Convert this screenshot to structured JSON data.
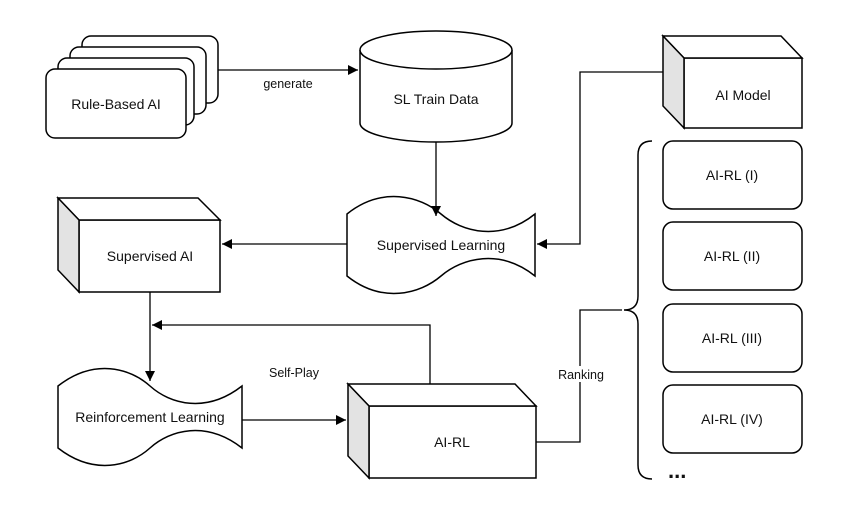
{
  "nodes": {
    "rule_based_ai": "Rule-Based AI",
    "sl_train_data": "SL Train Data",
    "ai_model": "AI Model",
    "supervised_ai": "Supervised AI",
    "supervised_learning": "Supervised Learning",
    "reinforcement_learning": "Reinforcement Learning",
    "ai_rl": "AI-RL",
    "ai_rl_1": "AI-RL (I)",
    "ai_rl_2": "AI-RL (II)",
    "ai_rl_3": "AI-RL (III)",
    "ai_rl_4": "AI-RL (IV)",
    "more": "..."
  },
  "edges": {
    "generate": "generate",
    "self_play": "Self-Play",
    "ranking": "Ranking"
  }
}
